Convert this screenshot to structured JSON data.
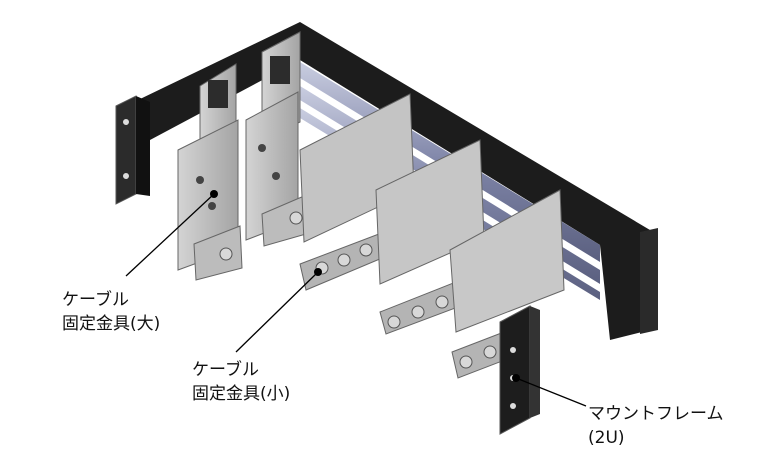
{
  "labels": {
    "cable_large_line1": "ケーブル",
    "cable_large_line2": "固定金具(大)",
    "cable_small_line1": "ケーブル",
    "cable_small_line2": "固定金具(小)",
    "frame_line1": "マウントフレーム",
    "frame_line2": "(2U)"
  },
  "colors": {
    "frame_black": "#1c1c1c",
    "frame_edge": "#4a4a4a",
    "bracket_gray": "#b9b9b9",
    "bracket_shade": "#8c8c8c",
    "rail_blue": "#8a8fb0",
    "leader": "#000000"
  }
}
